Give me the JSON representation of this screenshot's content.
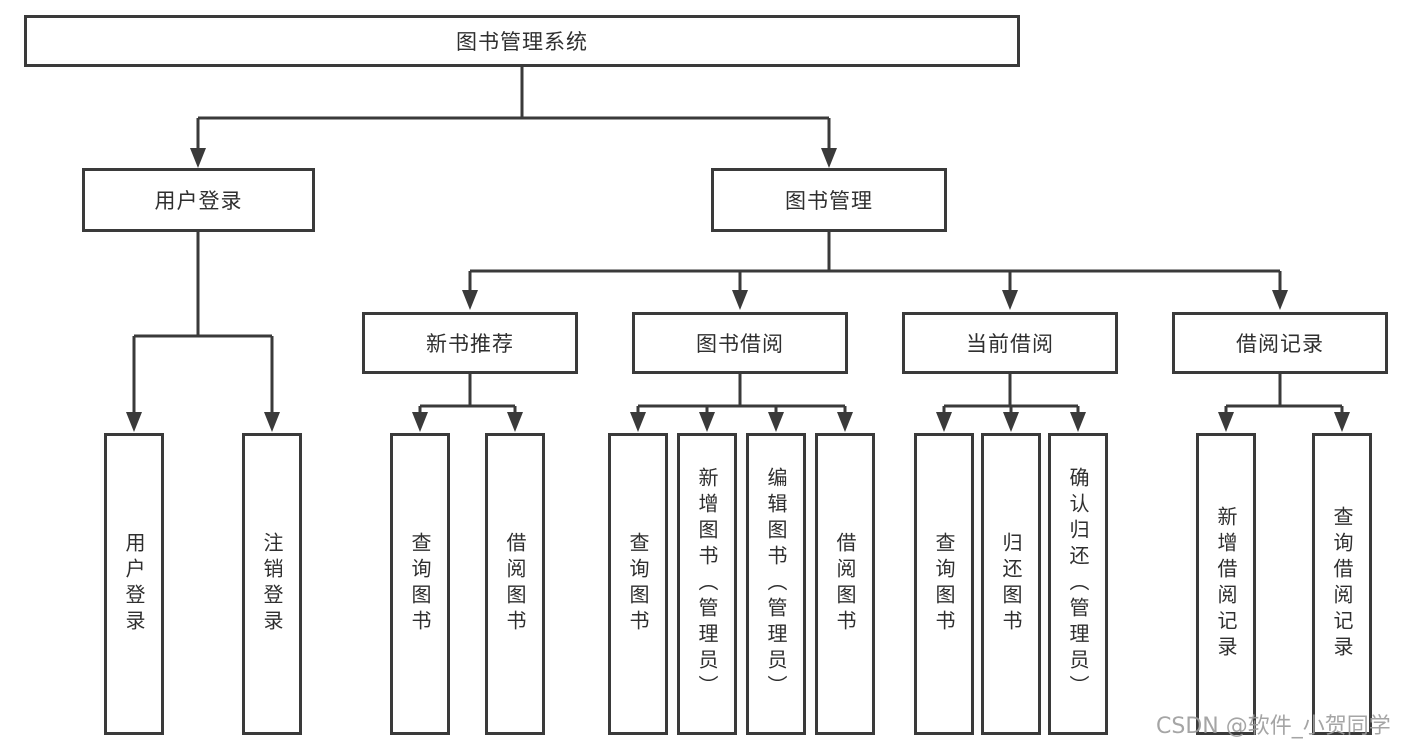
{
  "diagram": {
    "root": {
      "label": "图书管理系统"
    },
    "user_login": {
      "label": "用户登录",
      "children": [
        {
          "label": "用户登录"
        },
        {
          "label": "注销登录"
        }
      ]
    },
    "book_management": {
      "label": "图书管理",
      "sections": [
        {
          "label": "新书推荐",
          "children": [
            {
              "label": "查询图书"
            },
            {
              "label": "借阅图书"
            }
          ]
        },
        {
          "label": "图书借阅",
          "children": [
            {
              "label": "查询图书"
            },
            {
              "label": "新增图书（管理员）"
            },
            {
              "label": "编辑图书（管理员）"
            },
            {
              "label": "借阅图书"
            }
          ]
        },
        {
          "label": "当前借阅",
          "children": [
            {
              "label": "查询图书"
            },
            {
              "label": "归还图书"
            },
            {
              "label": "确认归还（管理员）"
            }
          ]
        },
        {
          "label": "借阅记录",
          "children": [
            {
              "label": "新增借阅记录"
            },
            {
              "label": "查询借阅记录"
            }
          ]
        }
      ]
    }
  },
  "watermark": {
    "text": "CSDN @软件_小贺同学",
    "color": "#9c9c9c"
  },
  "colors": {
    "line": "#3a3a3a",
    "box_border": "#3a3a3a",
    "text": "#2f2f2f",
    "background": "#ffffff"
  }
}
